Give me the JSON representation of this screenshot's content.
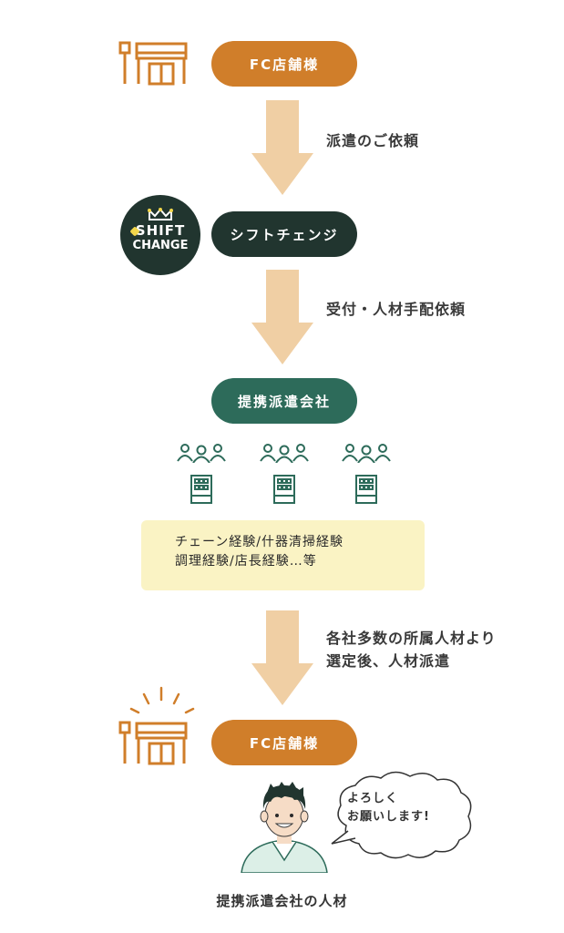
{
  "nodes": {
    "store_top": "FC店舗様",
    "shift_change": "シフトチェンジ",
    "partner": "提携派遣会社",
    "store_bottom": "FC店舗様"
  },
  "steps": {
    "step1": "派遣のご依頼",
    "step2": "受付・人材手配依頼",
    "step3_line1": "各社多数の所属人材より",
    "step3_line2": "選定後、人材派遣"
  },
  "logo": {
    "line1": "SHIFT",
    "line2": "CHANGE"
  },
  "experience": {
    "line1": "チェーン経験/什器清掃経験",
    "line2": "調理経験/店長経験…等"
  },
  "bubble": {
    "line1": "よろしく",
    "line2": "お願いします!"
  },
  "caption": "提携派遣会社の人材",
  "colors": {
    "orange": "#d07e2a",
    "dark": "#21352f",
    "green": "#2d6b5a",
    "arrow": "#f0cfa4",
    "box": "#faf3c4"
  }
}
